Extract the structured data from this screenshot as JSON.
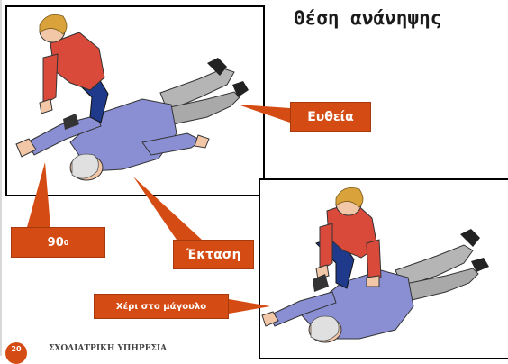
{
  "title": "Θέση ανάνηψης",
  "labels": {
    "straight": "Ευθεία",
    "angle_value": "90",
    "angle_degree": "0",
    "extension": "Έκταση",
    "hand_on_cheek": "Χέρι στο μάγουλο"
  },
  "footer": {
    "text": "ΣΧΟΛΙΑΤΡΙΚΗ ΥΠΗΡΕΣΙΑ",
    "page_number": "20"
  },
  "colors": {
    "callout": "#d44c14",
    "rescuer_top": "#d94a3a",
    "rescuer_pants": "#1f3a8a",
    "patient_shirt": "#8a8fd4",
    "patient_pants": "#b5b5b5",
    "hair": "#d9a23a"
  }
}
